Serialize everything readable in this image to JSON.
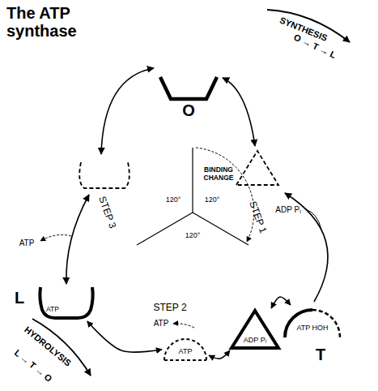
{
  "diagram": {
    "title": "The ATP synthase",
    "nodes": [
      {
        "text": [
          "O"
        ]
      },
      {
        "text": [
          "ADP Pᵢ"
        ]
      },
      {
        "text": [
          "ATP HOH",
          "T"
        ]
      },
      {
        "text": [
          "L",
          "ATP"
        ]
      },
      {
        "text": [
          "ATP"
        ]
      }
    ],
    "edges": [
      {
        "from": 1,
        "to": 2,
        "arrow": "both"
      },
      {
        "from": 4,
        "to": 1,
        "arrow": "both"
      },
      {
        "from": 3,
        "to": 4,
        "arrow": "both"
      }
    ],
    "labels": [
      "SYNTHESIS",
      "O → T → L",
      "STEP 1",
      "ADP Pᵢ",
      "BINDING CHANGE",
      "120°",
      "120°",
      "120°",
      "STEP 3",
      "ATP",
      "STEP 2",
      "ATP",
      "HYDROLYSIS",
      "L → T → O"
    ]
  }
}
